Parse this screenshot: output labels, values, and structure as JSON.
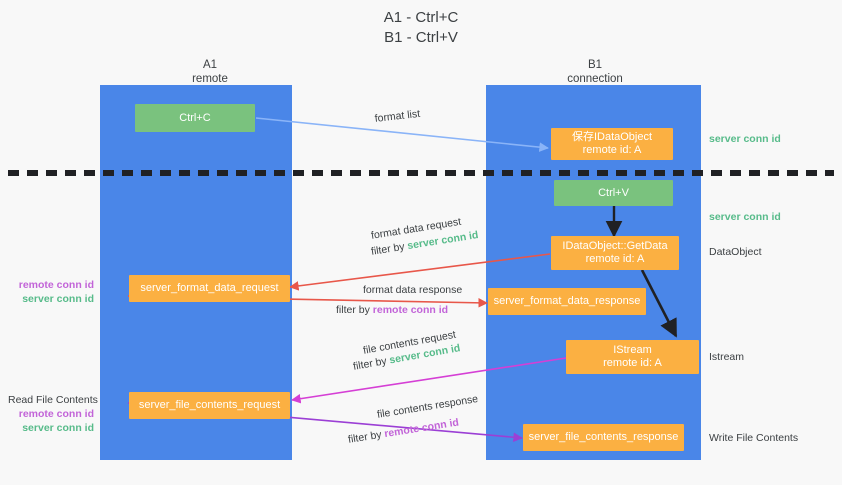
{
  "title": {
    "line1": "A1 - Ctrl+C",
    "line2": "B1 - Ctrl+V"
  },
  "columns": [
    {
      "name": "A1",
      "role": "remote"
    },
    {
      "name": "B1",
      "role": "connection"
    }
  ],
  "nodes": {
    "ctrl_c": {
      "label": "Ctrl+C"
    },
    "save_idataobject": {
      "line1": "保存IDataObject",
      "line2": "remote id: A"
    },
    "ctrl_v": {
      "label": "Ctrl+V"
    },
    "getdata": {
      "line1": "IDataObject::GetData",
      "line2": "remote id: A"
    },
    "istream": {
      "line1": "IStream",
      "line2": "remote id: A"
    },
    "server_format_data_request": {
      "label": "server_format_data_request"
    },
    "server_format_data_response": {
      "label": "server_format_data_response"
    },
    "server_file_contents_request": {
      "label": "server_file_contents_request"
    },
    "server_file_contents_response": {
      "label": "server_file_contents_response"
    }
  },
  "edges": {
    "format_list": {
      "label": "format list"
    },
    "format_data_request": {
      "line1": "format data request",
      "filter_prefix": "filter by ",
      "filter_key": "server conn id"
    },
    "format_data_response": {
      "line1": "format data response",
      "filter_prefix": "filter by ",
      "filter_key": "remote conn id"
    },
    "file_contents_request": {
      "line1": "file contents request",
      "filter_prefix": "filter by ",
      "filter_key": "server conn id"
    },
    "file_contents_response": {
      "line1": "file contents response",
      "filter_prefix": "filter by ",
      "filter_key": "remote conn id"
    }
  },
  "right_labels": {
    "server_conn_id_top": "server conn id",
    "server_conn_id_mid": "server conn id",
    "dataobject": "DataObject",
    "istream": "Istream",
    "write_file_contents": "Write File Contents"
  },
  "left_labels": {
    "format_remote": "remote conn id",
    "format_server": "server conn id",
    "read_file_contents": "Read File Contents",
    "file_remote": "remote conn id",
    "file_server": "server conn id"
  },
  "colors": {
    "lane": "#4a86e8",
    "green_node": "#7ac27e",
    "orange_node": "#fbb042",
    "server_conn": "#57bb8a",
    "remote_conn": "#c264d8",
    "arrow_blue": "#8ab4f8",
    "arrow_red": "#e8574a",
    "arrow_magenta": "#d53fd5",
    "arrow_purple": "#9b3fd5",
    "arrow_dark": "#202124",
    "divider": "#202124",
    "background": "#f8f8f8"
  }
}
